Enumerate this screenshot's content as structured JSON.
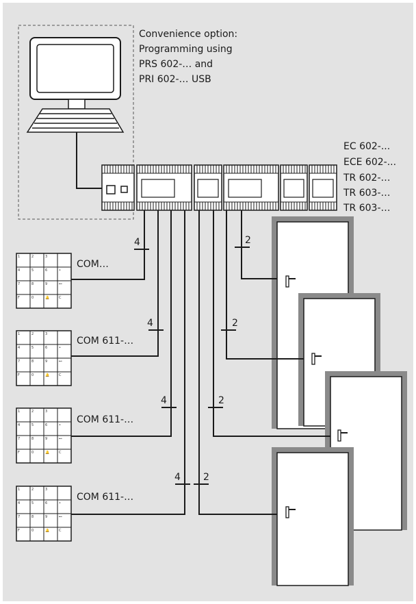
{
  "convenience_text": [
    "Convenience option:",
    "Programming using",
    "PRS 602-… and",
    "PRI 602-… USB"
  ],
  "device_labels": [
    "EC 602-...",
    "ECE 602-...",
    "TR 602-…",
    "TR 603-…",
    "TR 603-…"
  ],
  "keypads": [
    {
      "label": "COM…",
      "wire_count": "4"
    },
    {
      "label": "COM 611-…",
      "wire_count": "4"
    },
    {
      "label": "COM 611-…",
      "wire_count": "4"
    },
    {
      "label": "COM 611-…",
      "wire_count": "4"
    }
  ],
  "door_wire_counts": [
    "2",
    "2",
    "2",
    "2"
  ],
  "keypad_keys": [
    "1",
    "2",
    "3",
    "",
    "4",
    "5",
    "6",
    "•",
    "7",
    "8",
    "9",
    "⊷",
    "F",
    "0",
    "🔔",
    "C"
  ],
  "colors": {
    "background": "#e3e3e3",
    "line": "#1a1a1a",
    "door_frame": "#8a8a8a"
  }
}
